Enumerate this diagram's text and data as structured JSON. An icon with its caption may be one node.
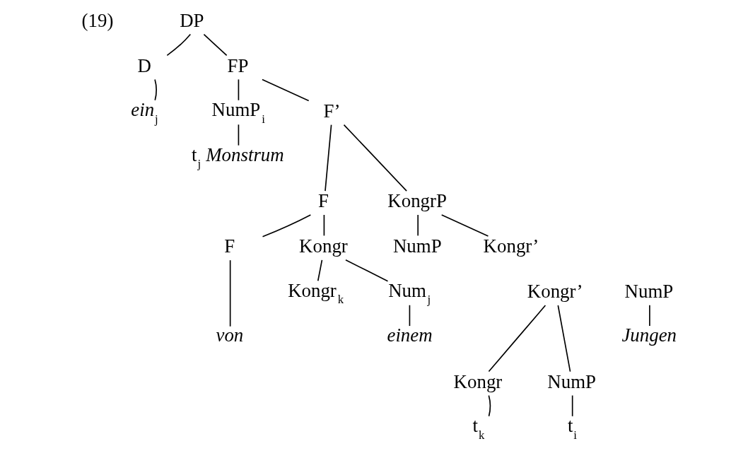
{
  "diagram": {
    "nodes": [
      {
        "text": [
          "DP"
        ]
      },
      {
        "text": [
          "D"
        ]
      },
      {
        "text": [
          "FP"
        ]
      },
      {
        "text": [
          "*ein*$_{j}$"
        ]
      },
      {
        "text": [
          "NumP$_{i}$"
        ]
      },
      {
        "text": [
          "F’"
        ]
      },
      {
        "text": [
          "t$_{j}$ *Monstrum*"
        ]
      },
      {
        "text": [
          "F"
        ]
      },
      {
        "text": [
          "KongrP"
        ]
      },
      {
        "text": [
          "F"
        ]
      },
      {
        "text": [
          "Kongr"
        ]
      },
      {
        "text": [
          "NumP"
        ]
      },
      {
        "text": [
          "Kongr’"
        ]
      },
      {
        "text": [
          "*von*"
        ]
      },
      {
        "text": [
          "Kongr$_{k}$"
        ]
      },
      {
        "text": [
          "Num$_{j}$"
        ]
      },
      {
        "text": [
          "NumP"
        ]
      },
      {
        "text": [
          "Kongr’"
        ]
      },
      {
        "text": [
          "*einem*"
        ]
      },
      {
        "text": [
          "*Jungen*"
        ]
      },
      {
        "text": [
          "Kongr"
        ]
      },
      {
        "text": [
          "NumP"
        ]
      },
      {
        "text": [
          "t$_{k}$"
        ]
      },
      {
        "text": [
          "t$_{i}$"
        ]
      }
    ],
    "edges": [
      {
        "from": 0,
        "to": 1,
        "arrow": "none"
      },
      {
        "from": 0,
        "to": 2,
        "arrow": "none"
      },
      {
        "from": 1,
        "to": 3,
        "arrow": "none"
      },
      {
        "from": 2,
        "to": 4,
        "arrow": "none"
      },
      {
        "from": 2,
        "to": 5,
        "arrow": "none"
      },
      {
        "from": 4,
        "to": 6,
        "arrow": "none"
      },
      {
        "from": 5,
        "to": 7,
        "arrow": "none"
      },
      {
        "from": 5,
        "to": 8,
        "arrow": "none"
      },
      {
        "from": 7,
        "to": 9,
        "arrow": "none"
      },
      {
        "from": 7,
        "to": 10,
        "arrow": "none"
      },
      {
        "from": 8,
        "to": 11,
        "arrow": "none"
      },
      {
        "from": 8,
        "to": 12,
        "arrow": "none"
      },
      {
        "from": 9,
        "to": 13,
        "arrow": "none"
      },
      {
        "from": 10,
        "to": 14,
        "arrow": "none"
      },
      {
        "from": 10,
        "to": 15,
        "arrow": "none"
      },
      {
        "from": 15,
        "to": 18,
        "arrow": "none"
      },
      {
        "from": 16,
        "to": 19,
        "arrow": "none"
      },
      {
        "from": 17,
        "to": 20,
        "arrow": "none"
      },
      {
        "from": 17,
        "to": 21,
        "arrow": "none"
      },
      {
        "from": 20,
        "to": 22,
        "arrow": "none"
      },
      {
        "from": 21,
        "to": 23,
        "arrow": "none"
      }
    ],
    "labels": [
      "(19)"
    ]
  }
}
